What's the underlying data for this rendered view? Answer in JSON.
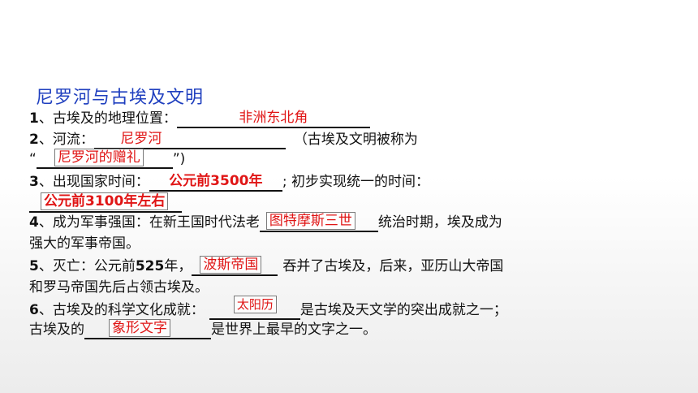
{
  "title": "尼罗河与古埃及文明",
  "q1": {
    "num": "1",
    "text": "、古埃及的地理位置：",
    "answer": "非洲东北角"
  },
  "q2": {
    "num": "2",
    "text": "、河流：",
    "answer": "尼罗河",
    "after": "（古埃及文明被称为",
    "quote_open": "“",
    "answer2": "尼罗河的赠礼",
    "quote_close": "”)"
  },
  "q3": {
    "num": "3",
    "text": "、出现国家时间：",
    "answer": "公元前3500年",
    "after": "; 初步实现统一的时间：",
    "answer2": "公元前3100年左右"
  },
  "q4": {
    "num": "4",
    "text": "、成为军事强国：在新王国时代法老",
    "answer": "图特摩斯三世",
    "after": "统治时期，埃及成为",
    "line2": "强大的军事帝国。"
  },
  "q5": {
    "num": "5",
    "text": "、灭亡：公元前",
    "year": "525",
    "text2": "年，",
    "answer": "波斯帝国",
    "after": "吞并了古埃及，后来，亚历山大帝国",
    "line2": "和罗马帝国先后占领古埃及。"
  },
  "q6": {
    "num": "6",
    "text": "、古埃及的科学文化成就：",
    "answer": "太阳历",
    "after": "是古埃及天文学的突出成就之一；",
    "line2_pre": "古埃及的",
    "answer2": "象形文字",
    "line2_post": "是世界上最早的文字之一。"
  }
}
